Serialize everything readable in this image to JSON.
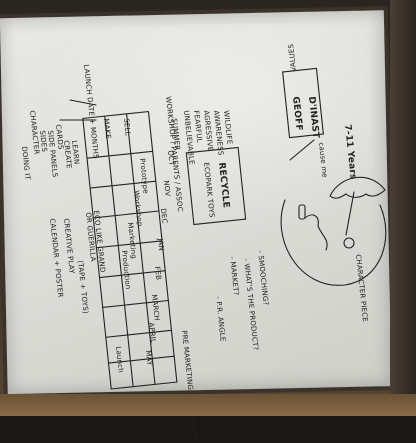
{
  "photo": {
    "subject": "",
    "notes": {
      "geoff": "GEOFF",
      "dinast": "D'INAST",
      "sub_dinast": "cause me",
      "age": "7-11 Years",
      "character_piece": "CHARACTER PIECE",
      "values": "VALUES",
      "values_items": [
        "WILDLIFE",
        "AWARENESS",
        "AGRESSIVE",
        "FEARFUL",
        "UNBELIEVABLE"
      ],
      "tradeshow": "WORKSHOP / PARENTS / ASSOC",
      "recycle": "RECYCLE",
      "ecopark": "ECOPARK TOYS",
      "list_items": [
        "- SMOOCHING?",
        "- WHAT'S THE PRODUCT?",
        "- MARKET?",
        "- P.R. ANGLE"
      ],
      "pr_sub": "PRE MARKETING / FOLLOWERS",
      "months": [
        "SUMMER",
        "OCT",
        "NOV",
        "DEC",
        "JAN",
        "FEB",
        "MARCH",
        "APRIL",
        "MAY"
      ],
      "launch": "LAUNCH DATE + MONTHS",
      "row_labels": [
        "MAKE",
        "SELL"
      ],
      "cells": [
        "Prototype",
        "Workshop",
        "Marketing",
        "Production",
        "Launch"
      ],
      "bottom_notes": [
        "CHARACTER",
        "SIDES",
        "SIDE PANELS",
        "CARDS",
        "CREATE",
        "LEARN",
        "DOING IT"
      ],
      "right_notes": [
        "ECO LIKE GRAND",
        "OR GUERILLA",
        "(TAPE + TOYS)",
        "CREATIVE PLAY",
        "CALENDAR + POSTER"
      ]
    }
  }
}
